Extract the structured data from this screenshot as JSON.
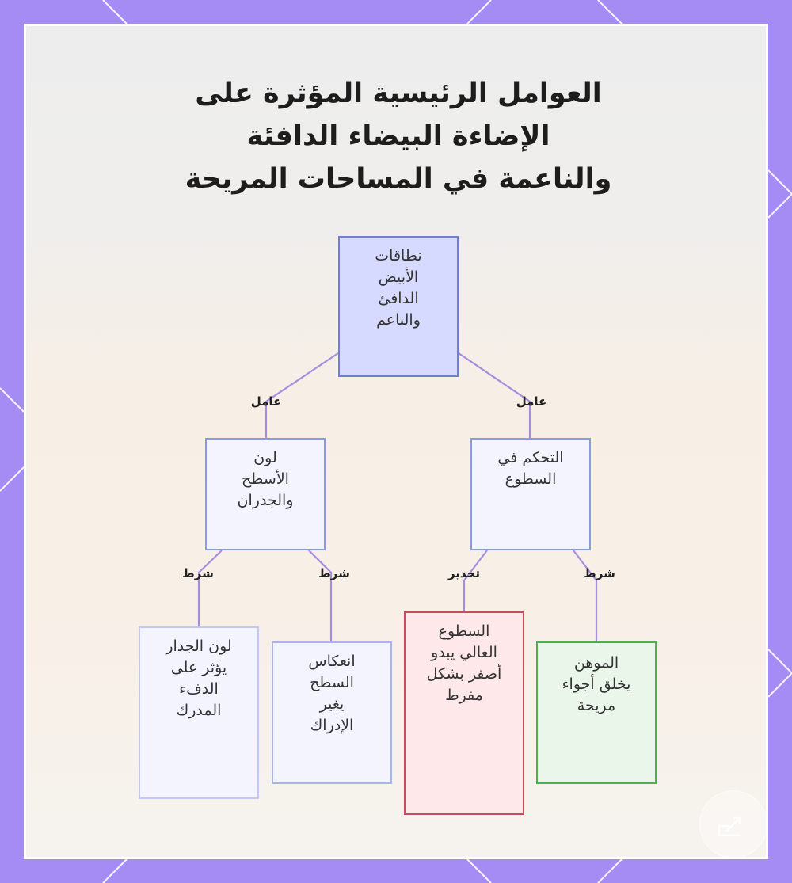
{
  "title_lines": [
    "العوامل الرئيسية المؤثرة على",
    "الإضاءة البيضاء الدافئة",
    "والناعمة في المساحات المريحة"
  ],
  "nodes": {
    "root": {
      "lines": [
        "نطاقات",
        "الأبيض",
        "الدافئ",
        "والناعم"
      ],
      "fill": "#d6daff",
      "stroke": "#6e7fd4"
    },
    "color": {
      "lines": [
        "لون",
        "الأسطح",
        "والجدران"
      ],
      "fill": "#f3f4ff",
      "stroke": "#8a9ae0"
    },
    "control": {
      "lines": [
        "التحكم في",
        "السطوع"
      ],
      "fill": "#f3f4ff",
      "stroke": "#8a9ae0"
    },
    "wall": {
      "lines": [
        "لون الجدار",
        "يؤثر على",
        "الدفء",
        "المدرك"
      ],
      "fill": "#f3f4ff",
      "stroke": "#c3c9ee"
    },
    "reflect": {
      "lines": [
        "انعكاس",
        "السطح",
        "يغير",
        "الإدراك"
      ],
      "fill": "#f3f4ff",
      "stroke": "#a9b4e8"
    },
    "bright": {
      "lines": [
        "السطوع",
        "العالي يبدو",
        "أصفر بشكل",
        "مفرط"
      ],
      "fill": "#ffe8ea",
      "stroke": "#cc4b5a"
    },
    "dim": {
      "lines": [
        "الموهن",
        "يخلق أجواء",
        "مريحة"
      ],
      "fill": "#e9f6e9",
      "stroke": "#4caf50"
    }
  },
  "edge_labels": {
    "root_color": "عامل",
    "root_control": "عامل",
    "color_wall": "شرط",
    "color_reflect": "شرط",
    "control_bright": "تحذير",
    "control_dim": "شرط"
  },
  "colors": {
    "frame": "#a58cf5",
    "edge": "#a48ee0"
  }
}
